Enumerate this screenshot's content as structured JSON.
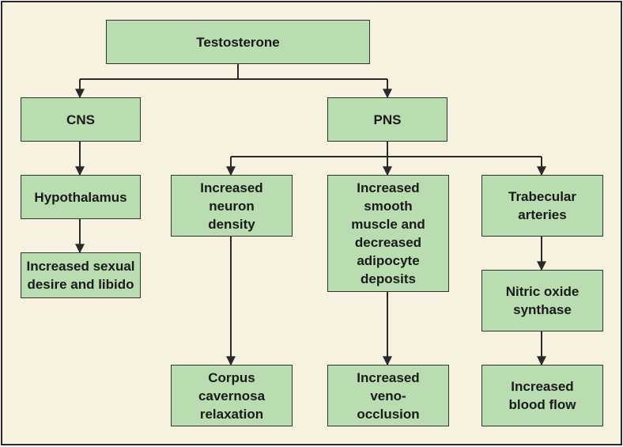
{
  "diagram": {
    "nodes": {
      "testosterone": "Testosterone",
      "cns": "CNS",
      "pns": "PNS",
      "hypothalamus": "Hypothalamus",
      "sexual_desire": "Increased sexual\ndesire and libido",
      "neuron_density": "Increased\nneuron\ndensity",
      "smooth_muscle": "Increased\nsmooth\nmuscle and\ndecreased\nadipocyte\ndeposits",
      "trabecular": "Trabecular\narteries",
      "nitric_oxide": "Nitric oxide\nsynthase",
      "corpus": "Corpus\ncavernosa\nrelaxation",
      "veno": "Increased\nveno-\nocclusion",
      "blood_flow": "Increased\nblood flow"
    },
    "colors": {
      "background": "#f7f2df",
      "box_fill": "#b9dcb0",
      "line": "#2a2a2a"
    }
  }
}
